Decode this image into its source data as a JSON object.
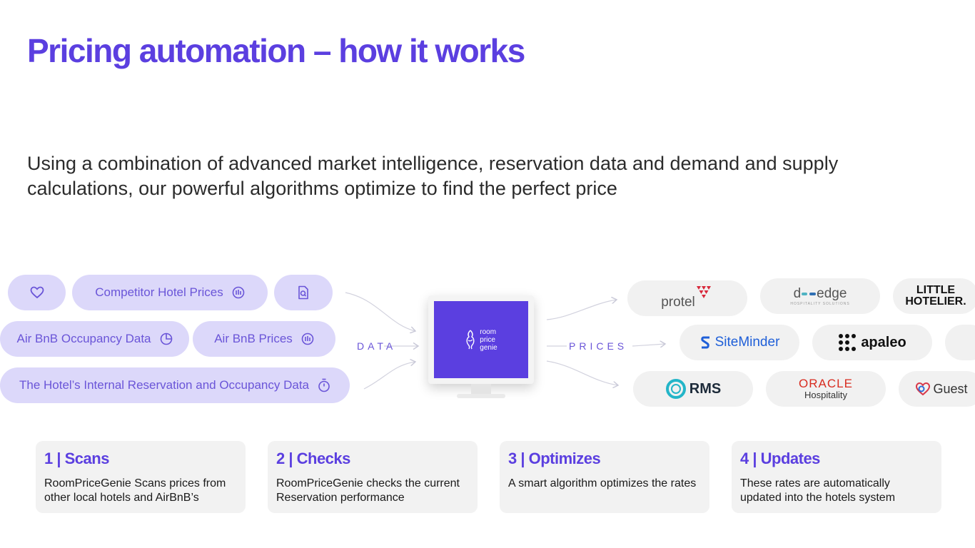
{
  "title": "Pricing automation – how it works",
  "subtitle": "Using a combination of advanced market intelligence, reservation data and demand and supply calculations, our powerful algorithms optimize to find the perfect price",
  "inputs": {
    "competitor": "Competitor Hotel Prices",
    "airbnb_occupancy": "Air BnB Occupancy Data",
    "airbnb_prices": "Air BnB Prices",
    "internal": "The Hotel’s Internal Reservation and Occupancy Data"
  },
  "flow": {
    "data_label": "DATA",
    "prices_label": "PRICES"
  },
  "brand": {
    "line1": "room",
    "line2": "price",
    "line3": "genie"
  },
  "partners": {
    "protel": "protel",
    "dedge_a": "d",
    "dedge_b": "edge",
    "dedge_sub": "HOSPITALITY SOLUTIONS",
    "little_1": "LITTLE",
    "little_2": "HOTELIER.",
    "siteminder": "SiteMinder",
    "apaleo": "apaleo",
    "rms": "RMS",
    "oracle": "ORACLE",
    "oracle_sub": "Hospitality",
    "guest": "Guest"
  },
  "steps": [
    {
      "title": "1 | Scans",
      "text": "RoomPriceGenie Scans prices from other local hotels and AirBnB’s"
    },
    {
      "title": "2 | Checks",
      "text": "RoomPriceGenie checks the current Reservation performance"
    },
    {
      "title": "3 | Optimizes",
      "text": "A smart algorithm optimizes the rates"
    },
    {
      "title": "4 | Updates",
      "text": "These rates are automatically updated into the hotels system"
    }
  ],
  "colors": {
    "accent": "#5b3fe0",
    "pill_bg": "#dcd8fa",
    "card_bg": "#f2f2f2"
  }
}
